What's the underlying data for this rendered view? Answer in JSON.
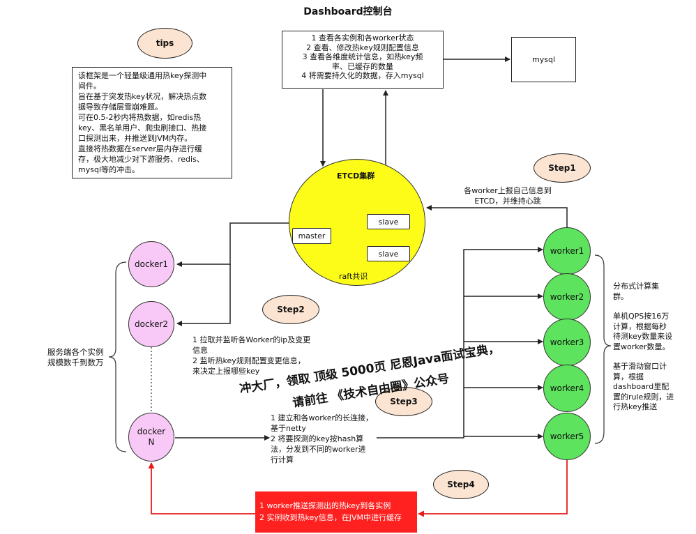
{
  "title": "Dashboard控制台",
  "dashboard_desc": [
    "1 查看各实例和各worker状态",
    "2 查看、修改热key规则配置信息",
    "3 查看各维度统计信息，如热key频",
    "率、已缓存的数量",
    "4 将需要持久化的数据，存入mysql"
  ],
  "mysql": "mysql",
  "tips_label": "tips",
  "tips_text": [
    "该框架是一个轻量级通用热key探测中",
    "间件。",
    "旨在基于突发热key状况，解决热点数",
    "据导致存储层雪崩难题。",
    "可在0.5-2秒内将热数据，如redis热",
    "key、黑名单用户、爬虫刷接口、热接",
    "口探测出来，并推送到JVM内存。",
    "直接将热数据在server层内存进行缓",
    "存，极大地减少对下游服务、redis、",
    "mysql等的冲击。"
  ],
  "etcd": {
    "title": "ETCD集群",
    "master": "master",
    "slave1": "slave",
    "slave2": "slave",
    "raft": "raft共识"
  },
  "step1": {
    "label": "Step1",
    "text": [
      "各worker上报自己信息到",
      "ETCD，并维持心跳"
    ]
  },
  "step2": {
    "label": "Step2",
    "text": [
      "1 拉取并监听各Worker的ip及变更",
      "信息",
      "2 监听热key规则配置变更信息，",
      "来决定上报哪些key"
    ]
  },
  "step3": {
    "label": "Step3",
    "text": [
      "1 建立和各worker的长连接，",
      "基于netty",
      "2 将要探测的key按hash算",
      "法，分发到不同的worker进",
      "行计算"
    ]
  },
  "step4": {
    "label": "Step4",
    "text": [
      "1 worker推送探测出的热key到各实例",
      "2 实例收到热key信息，在JVM中进行缓存"
    ]
  },
  "dockers": [
    "docker1",
    "docker2",
    "docker\nN"
  ],
  "workers": [
    "worker1",
    "worker2",
    "worker3",
    "worker4",
    "worker5"
  ],
  "server_note": [
    "服务端各个实例",
    "规模数千到数万"
  ],
  "worker_note": [
    "分布式计算集",
    "群。",
    "",
    "单机QPS按16万",
    "计算，根据每秒",
    "待测key数量来设",
    "置worker数量。",
    "",
    "基于滑动窗口计",
    "算，根据",
    "dashboard里配",
    "置的rule规则，进",
    "行热key推送"
  ],
  "watermark": [
    "冲大厂，领取 顶级 5000页 尼恩Java面试宝典，",
    "请前往 《技术自由圈》公众号"
  ]
}
